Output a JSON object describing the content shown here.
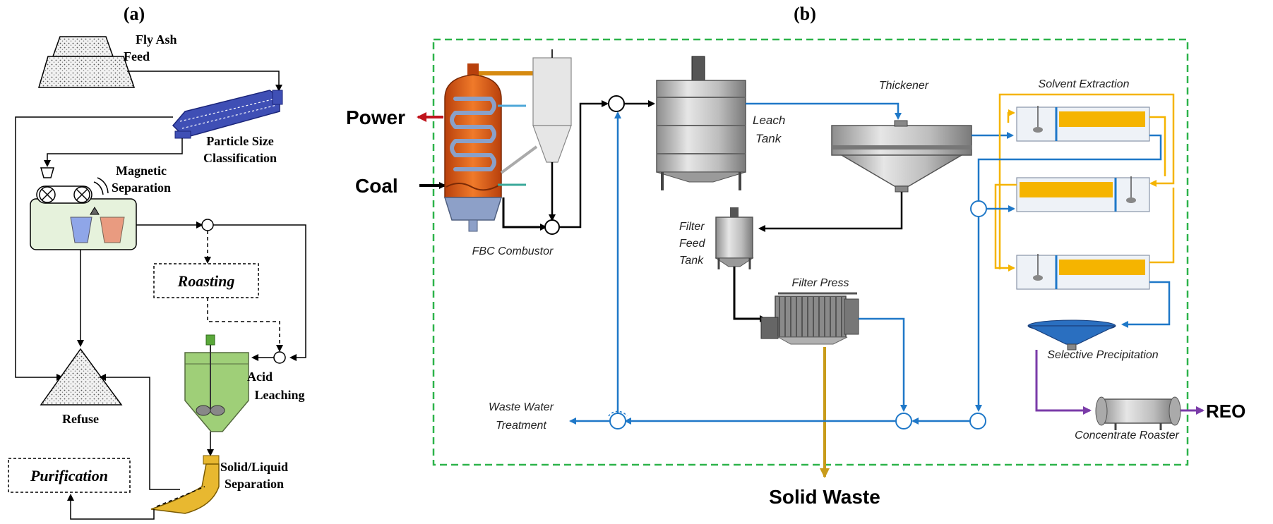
{
  "panel_a": {
    "panel_label": "(a)",
    "fly_ash_line1": "Fly Ash",
    "fly_ash_line2": "Feed",
    "particle_size_line1": "Particle Size",
    "particle_size_line2": "Classification",
    "magnetic_line1": "Magnetic",
    "magnetic_line2": "Separation",
    "roasting": "Roasting",
    "acid_line1": "Acid",
    "acid_line2": "Leaching",
    "refuse": "Refuse",
    "purification": "Purification",
    "solid_liquid_line1": "Solid/Liquid",
    "solid_liquid_line2": "Separation"
  },
  "panel_b": {
    "panel_label": "(b)",
    "power": "Power",
    "coal": "Coal",
    "fbc_combustor": "FBC Combustor",
    "leach_line1": "Leach",
    "leach_line2": "Tank",
    "thickener": "Thickener",
    "solvent_extraction": "Solvent Extraction",
    "filter_feed_line1": "Filter",
    "filter_feed_line2": "Feed",
    "filter_feed_line3": "Tank",
    "filter_press": "Filter Press",
    "selective_precipitation": "Selective Precipitation",
    "waste_water_line1": "Waste Water",
    "waste_water_line2": "Treatment",
    "concentrate_roaster": "Concentrate Roaster",
    "reo": "REO",
    "solid_waste": "Solid Waste"
  },
  "colors": {
    "blue_line": "#1f78c8",
    "yellow_line": "#f5b400",
    "purple_line": "#7a3ba8",
    "gold_line": "#c89b1a",
    "green_dash": "#2db34a",
    "red_arrow": "#c0141c",
    "classifier": "#3f4fb5",
    "acid_tank": "#9fcf78",
    "sep_chute": "#e8b830",
    "combustor_orange": "#e8641e"
  }
}
